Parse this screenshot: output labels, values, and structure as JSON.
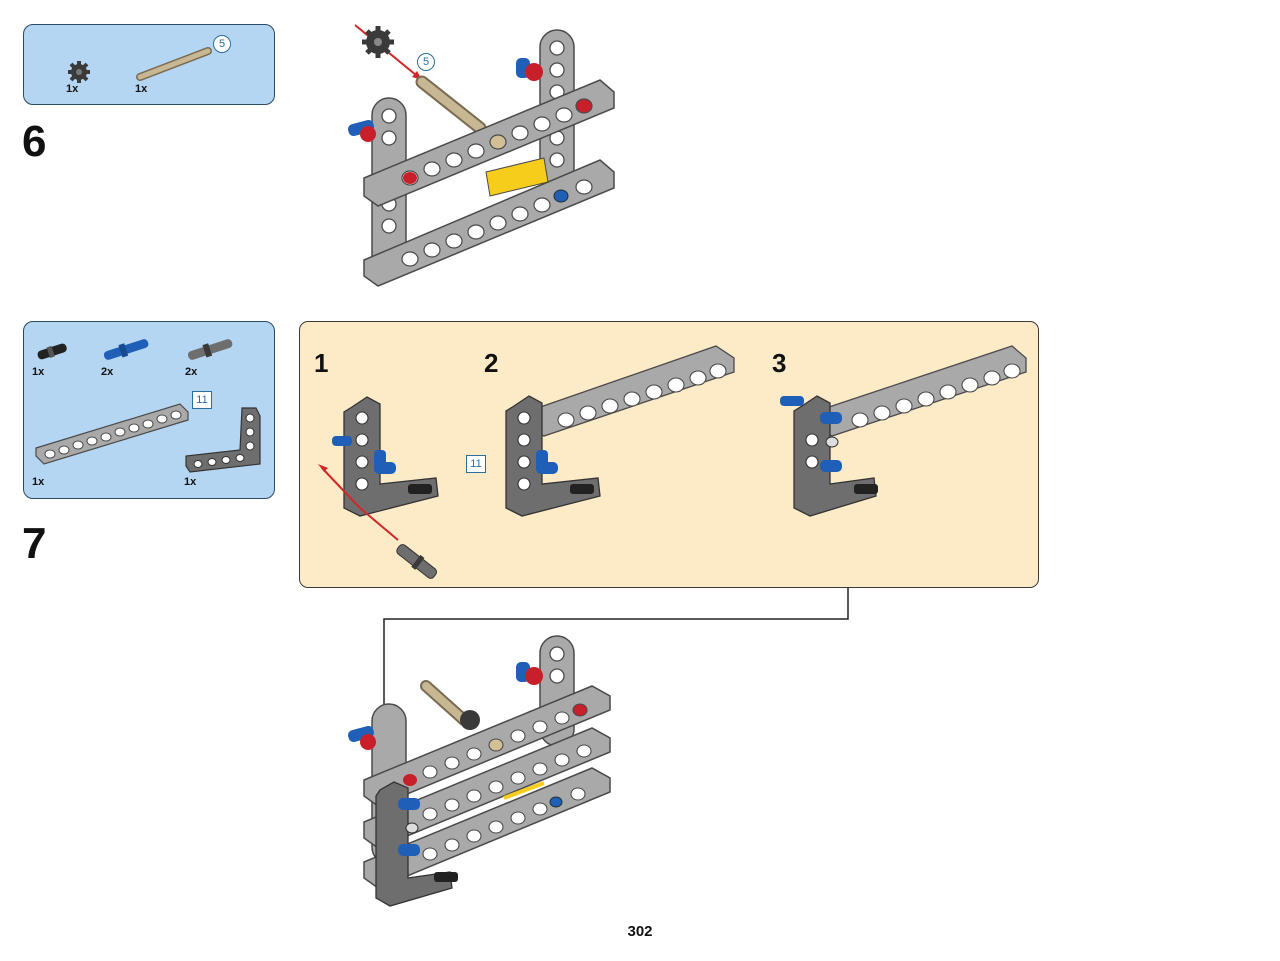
{
  "page_number": "302",
  "colors": {
    "parts_box_bg": "#b5d6f2",
    "subassembly_bg": "#fdebc8",
    "beam_light_gray": "#a9a9a9",
    "beam_dark_gray": "#6e6e6e",
    "pin_blue": "#1f5fb8",
    "pin_red": "#c8202a",
    "axle_tan": "#b8a88a",
    "arrow_red": "#d02828",
    "accent_yellow": "#f5cd1a"
  },
  "steps": [
    {
      "number": "6",
      "parts": [
        {
          "qty": "1x",
          "icon": "gear-icon"
        },
        {
          "qty": "1x",
          "icon": "axle-icon",
          "length_callout": "5"
        }
      ],
      "callout": "5"
    },
    {
      "number": "7",
      "parts": [
        {
          "qty": "1x",
          "icon": "black-pin-icon"
        },
        {
          "qty": "2x",
          "icon": "blue-pin-icon"
        },
        {
          "qty": "2x",
          "icon": "gray-axle-pin-icon"
        },
        {
          "qty": "1x",
          "icon": "straight-beam-icon",
          "length_callout": "11"
        },
        {
          "qty": "1x",
          "icon": "angled-beam-icon"
        }
      ],
      "substeps": [
        "1",
        "2",
        "3"
      ],
      "substep_callout": "11"
    }
  ]
}
